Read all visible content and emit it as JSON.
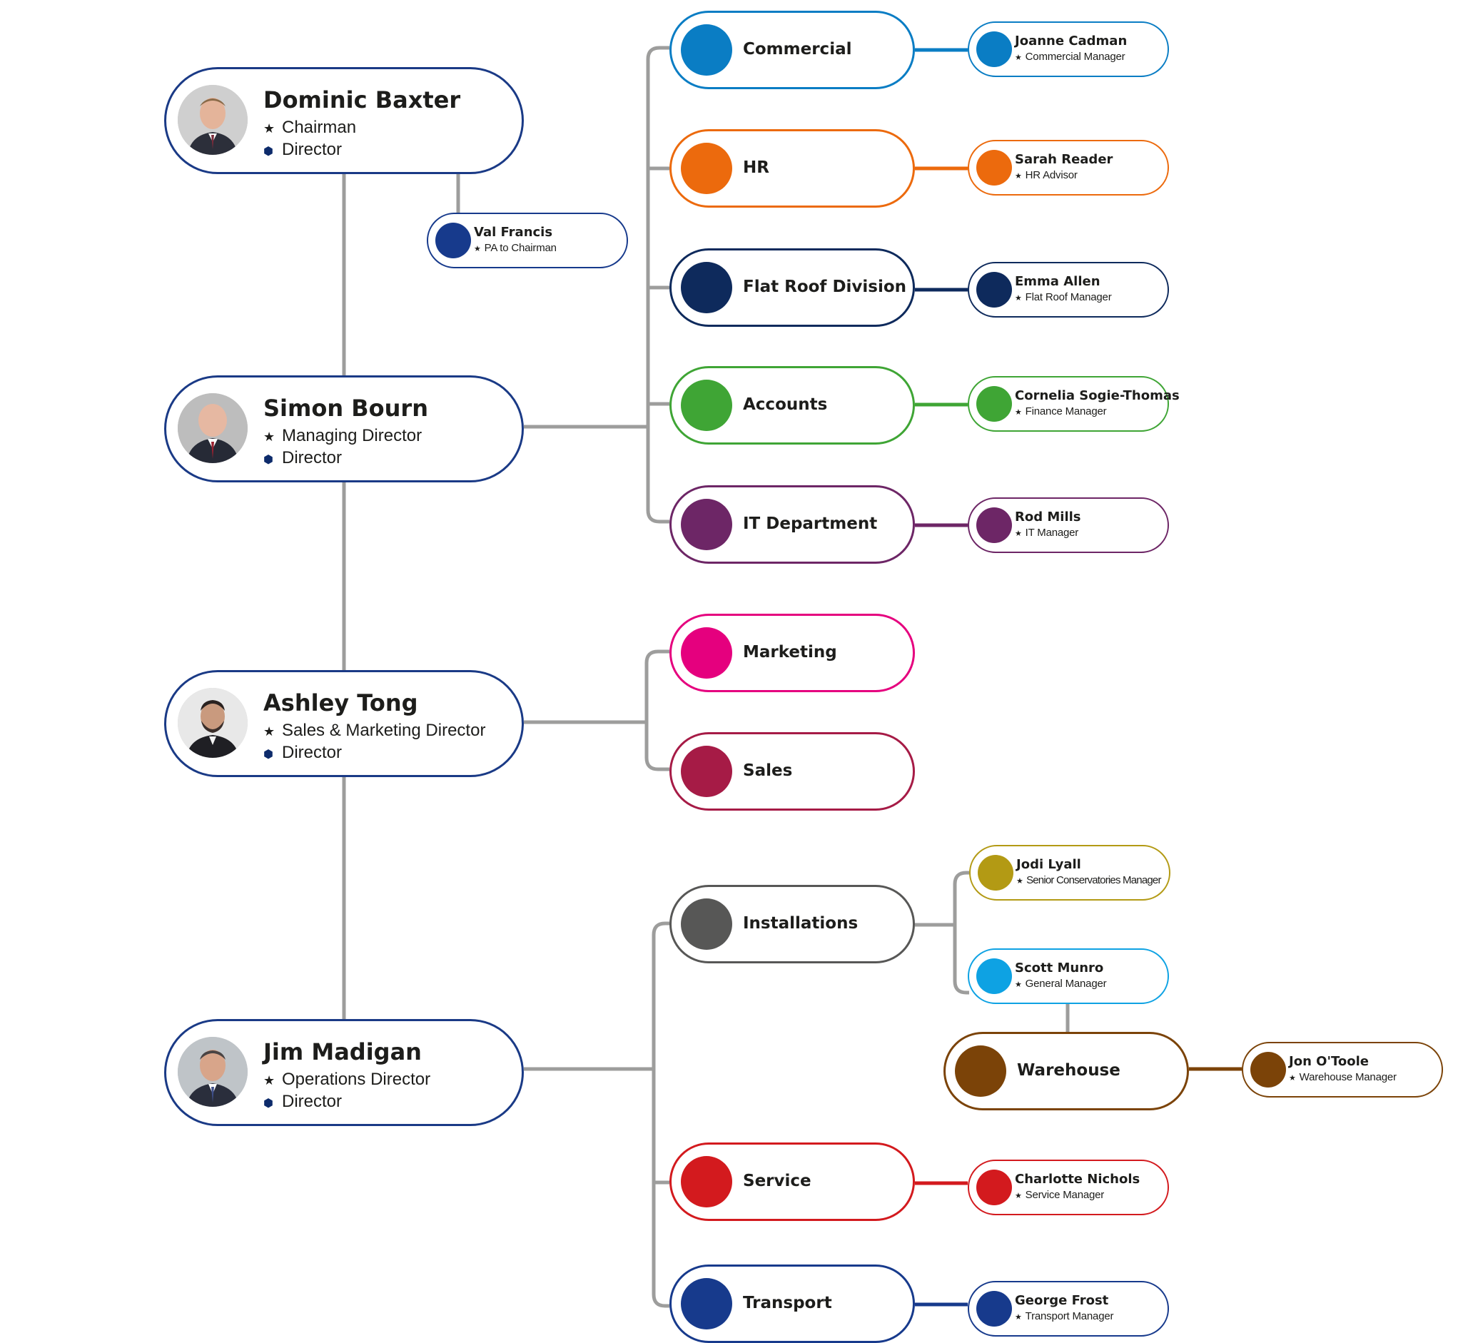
{
  "colors": {
    "connector": "#9d9d9c",
    "director_border": "#1a3a86",
    "commercial": "#0a7dc4",
    "hr": "#ec6a0d",
    "flat_roof": "#0e2a5c",
    "accounts": "#3fa535",
    "it": "#6d2666",
    "marketing": "#e5007e",
    "sales": "#a61b46",
    "installations": "#575756",
    "warehouse": "#7b4308",
    "service": "#d31a1e",
    "transport": "#173a8c",
    "pa": "#173a8c",
    "jodi": "#b39a14",
    "scott": "#0ea2e3"
  },
  "directors": [
    {
      "name": "Dominic Baxter",
      "role": "Chairman",
      "role2": "Director"
    },
    {
      "name": "Simon Bourn",
      "role": "Managing Director",
      "role2": "Director"
    },
    {
      "name": "Ashley Tong",
      "role": "Sales & Marketing Director",
      "role2": "Director"
    },
    {
      "name": "Jim Madigan",
      "role": "Operations Director",
      "role2": "Director"
    }
  ],
  "pa": {
    "name": "Val Francis",
    "title": "PA to Chairman"
  },
  "departments": {
    "commercial": "Commercial",
    "hr": "HR",
    "flat_roof": "Flat Roof Division",
    "accounts": "Accounts",
    "it": "IT Department",
    "marketing": "Marketing",
    "sales": "Sales",
    "installations": "Installations",
    "warehouse": "Warehouse",
    "service": "Service",
    "transport": "Transport"
  },
  "people": {
    "commercial": {
      "name": "Joanne Cadman",
      "title": "Commercial Manager"
    },
    "hr": {
      "name": "Sarah Reader",
      "title": "HR Advisor"
    },
    "flat_roof": {
      "name": "Emma Allen",
      "title": "Flat Roof Manager"
    },
    "accounts": {
      "name": "Cornelia Sogie-Thomas",
      "title": "Finance Manager"
    },
    "it": {
      "name": "Rod Mills",
      "title": "IT Manager"
    },
    "jodi": {
      "name": "Jodi Lyall",
      "title": "Senior Conservatories Manager"
    },
    "scott": {
      "name": "Scott Munro",
      "title": "General Manager"
    },
    "warehouse": {
      "name": "Jon O'Toole",
      "title": "Warehouse Manager"
    },
    "service": {
      "name": "Charlotte Nichols",
      "title": "Service Manager"
    },
    "transport": {
      "name": "George Frost",
      "title": "Transport Manager"
    }
  },
  "icons": {
    "role": "star-icon",
    "director": "hexagon-icon"
  }
}
